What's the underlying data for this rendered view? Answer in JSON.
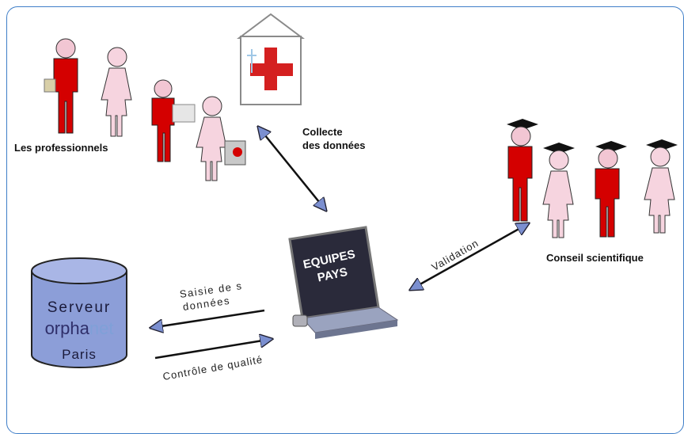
{
  "labels": {
    "collecte_line1": "Collecte",
    "collecte_line2": "des données",
    "professionals": "Les professionnels",
    "council": "Conseil scientifique",
    "saisie_line1": "Saisie de s",
    "saisie_line2": "données",
    "quality": "Contrôle de qualité",
    "validation": "Validation",
    "server_line1": "Serveur",
    "server_logo_a": "orpha",
    "server_logo_b": "net",
    "server_line3": "Paris",
    "laptop_line1": "EQUIPES",
    "laptop_line2": "PAYS"
  },
  "colors": {
    "frame": "#3f7ec8",
    "arrow_fill": "#7b8fd0",
    "male_figure": "#d40000",
    "female_figure": "#f6d4df",
    "server_fill": "#8c9ed8"
  }
}
